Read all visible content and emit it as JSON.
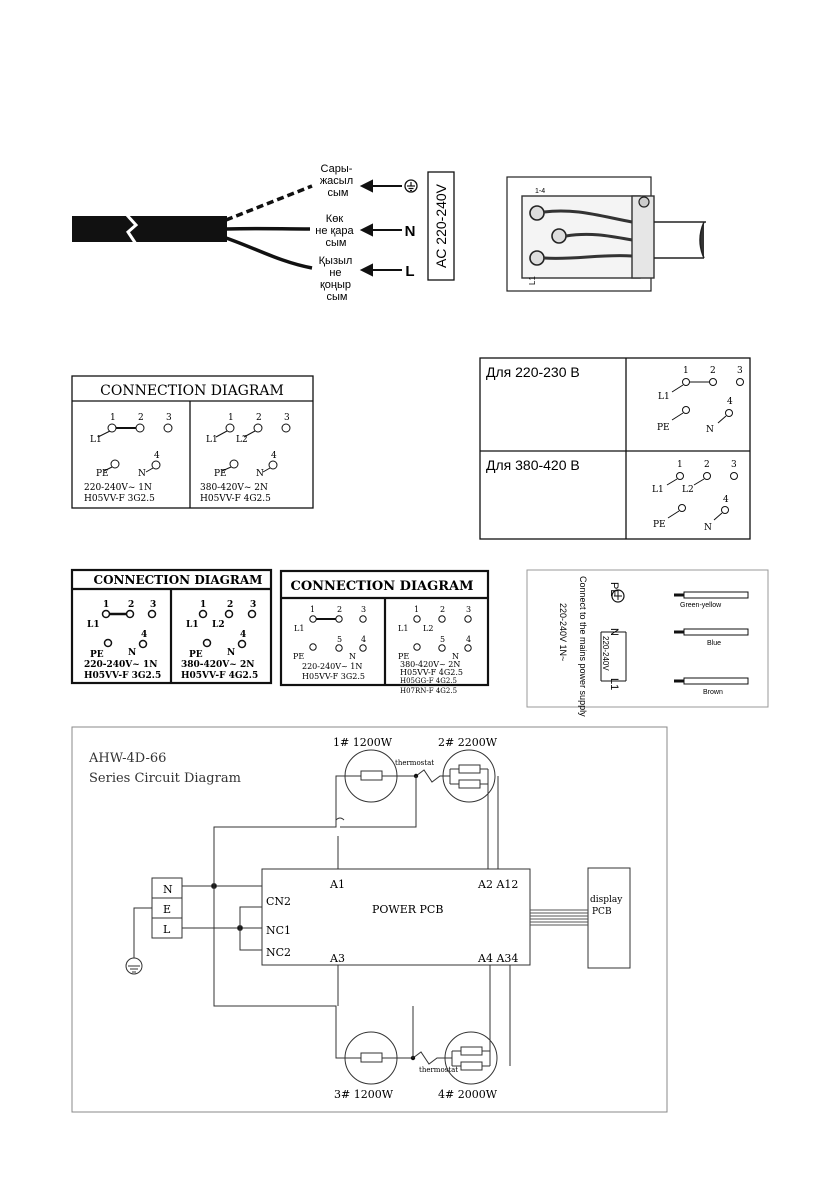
{
  "cable": {
    "wire_pe": "Сары-\nжасыл\nсым",
    "wire_n": "Көк\nне қара\nсым",
    "wire_l": "Қызыл\nне\nқоңыр\nсым",
    "mark_pe": "⏚",
    "mark_n": "N",
    "mark_l": "L",
    "voltage": "AC 220-240V"
  },
  "terminal_photo": {
    "label_top": "1-4",
    "label_side": "L1"
  },
  "diag1": {
    "title": "CONNECTION DIAGRAM",
    "left": {
      "n1": "1",
      "n2": "2",
      "n3": "3",
      "n4": "4",
      "l1": "L1",
      "pe": "PE",
      "n": "N",
      "spec1": "220-240V~ 1N",
      "spec2": "H05VV-F  3G2.5"
    },
    "right": {
      "n1": "1",
      "n2": "2",
      "n3": "3",
      "n4": "4",
      "l1": "L1",
      "l2": "L2",
      "pe": "PE",
      "n": "N",
      "spec1": "380-420V~ 2N",
      "spec2": "H05VV-F  4G2.5"
    }
  },
  "ru_table": {
    "row1": {
      "label": "Для  220-230 В",
      "n1": "1",
      "n2": "2",
      "n3": "3",
      "n4": "4",
      "l1": "L1",
      "pe": "PE",
      "n": "N"
    },
    "row2": {
      "label": "Для  380-420 В",
      "n1": "1",
      "n2": "2",
      "n3": "3",
      "n4": "4",
      "l1": "L1",
      "l2": "L2",
      "pe": "PE",
      "n": "N"
    }
  },
  "diag2": {
    "title": "CONNECTION DIAGRAM",
    "left": {
      "spec1": "220-240V~ 1N",
      "spec2": "H05VV-F  3G2.5"
    },
    "right": {
      "spec1": "380-420V~ 2N",
      "spec2": "H05VV-F  4G2.5"
    }
  },
  "diag3": {
    "title": "CONNECTION DIAGRAM",
    "left": {
      "n5": "5",
      "spec1": "220-240V~ 1N",
      "spec2": "H05VV-F  3G2.5"
    },
    "right": {
      "n5": "5",
      "spec1": "380-420V~ 2N",
      "spec2": "H05VV-F  4G2.5",
      "spec3": "H05GG-F  4G2.5",
      "spec4": "H07RN-F  4G2.5"
    }
  },
  "mains": {
    "connect": "Connect to the mains power supply",
    "volt": "220-240V  1N~",
    "pe": "PE",
    "n": "N",
    "l1": "L1",
    "range": "220-240V",
    "c1": "Green-yellow",
    "c2": "Blue",
    "c3": "Brown"
  },
  "circuit": {
    "title1": "AHW-4D-66",
    "title2": "Series Circuit Diagram",
    "h1": "1# 1200W",
    "h2": "2# 2200W",
    "h3": "3# 1200W",
    "h4": "4# 2000W",
    "thermo_top": "thermostat",
    "thermo_bot": "thermostat",
    "pcb": "POWER PCB",
    "a1": "A1",
    "a2": "A2 A12",
    "a3": "A3",
    "a4": "A4 A34",
    "cn2": "CN2",
    "nc1": "NC1",
    "nc2": "NC2",
    "tn": "N",
    "te": "E",
    "tl": "L",
    "display": "display",
    "display2": "PCB"
  }
}
